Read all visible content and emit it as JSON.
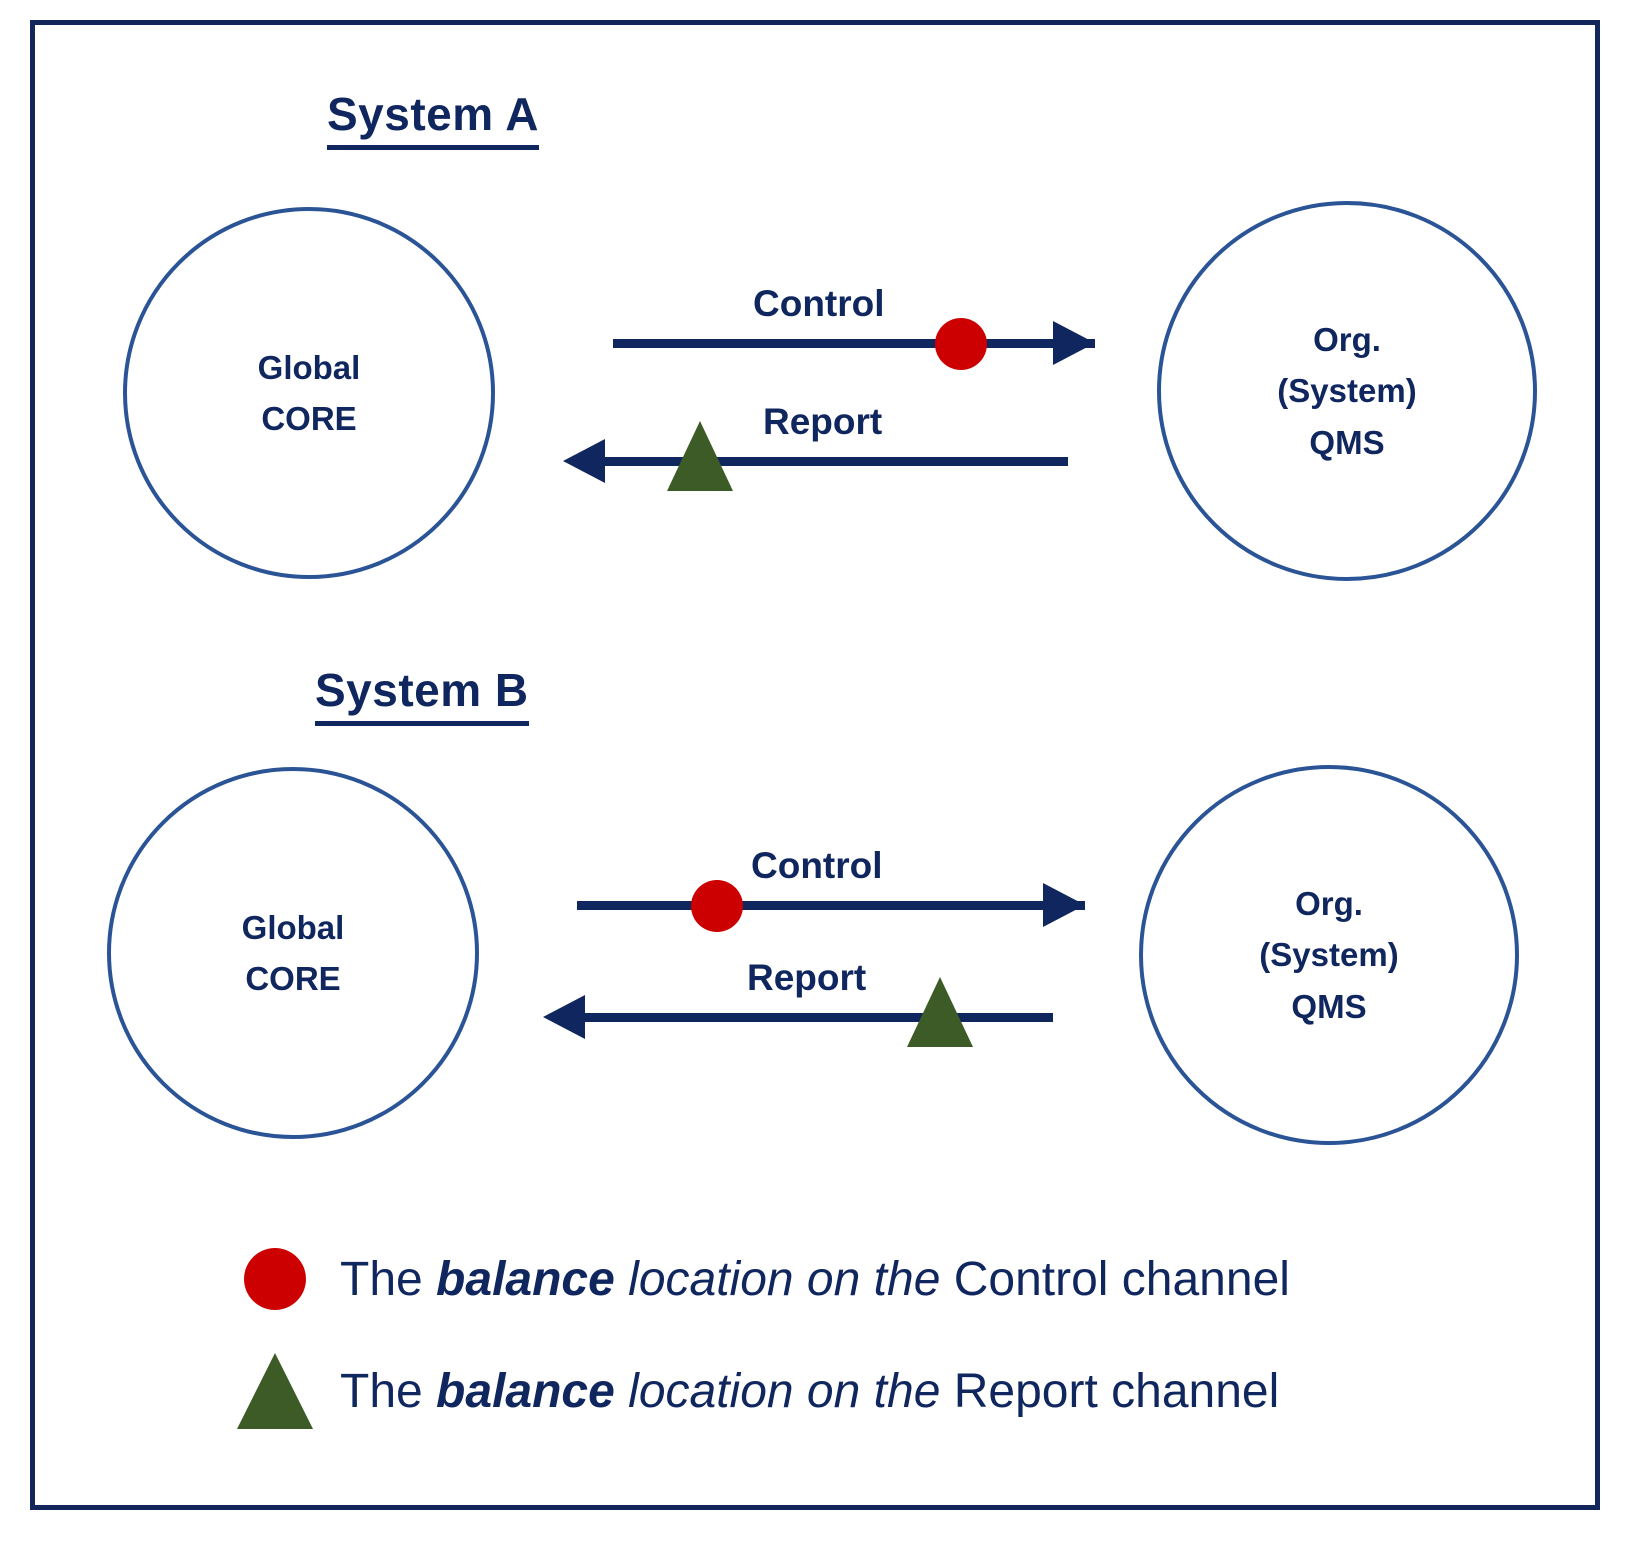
{
  "diagram": {
    "title_a": "System A",
    "title_b": "System B",
    "nodes": {
      "global_core_line1": "Global",
      "global_core_line2": "CORE",
      "org_qms_line1": "Org.",
      "org_qms_line2": "(System)",
      "org_qms_line3": "QMS"
    },
    "channels": {
      "control": "Control",
      "report": "Report"
    },
    "system_a": {
      "control": {
        "label": "Control",
        "direction": "right",
        "from": "Global CORE",
        "to": "Org. (System) QMS",
        "marker": "red-dot",
        "marker_position_fraction": 0.78
      },
      "report": {
        "label": "Report",
        "direction": "left",
        "from": "Org. (System) QMS",
        "to": "Global CORE",
        "marker": "green-triangle",
        "marker_position_fraction": 0.24
      }
    },
    "system_b": {
      "control": {
        "label": "Control",
        "direction": "right",
        "from": "Global CORE",
        "to": "Org. (System) QMS",
        "marker": "red-dot",
        "marker_position_fraction": 0.26
      },
      "report": {
        "label": "Report",
        "direction": "left",
        "from": "Org. (System) QMS",
        "to": "Global CORE",
        "marker": "green-triangle",
        "marker_position_fraction": 0.73
      }
    }
  },
  "legend": {
    "rows": [
      {
        "symbol": "red-dot",
        "prefix": "The ",
        "emphasis": "balance",
        "middle": " location on the ",
        "suffix": "Control channel"
      },
      {
        "symbol": "green-triangle",
        "prefix": "The ",
        "emphasis": "balance",
        "middle": " location on the ",
        "suffix": "Report channel"
      }
    ]
  },
  "colors": {
    "frame_border": "#13265c",
    "text_navy": "#10265e",
    "circle_border": "#2a5496",
    "marker_red": "#cc0000",
    "marker_green": "#3c5b26",
    "background": "#ffffff"
  }
}
